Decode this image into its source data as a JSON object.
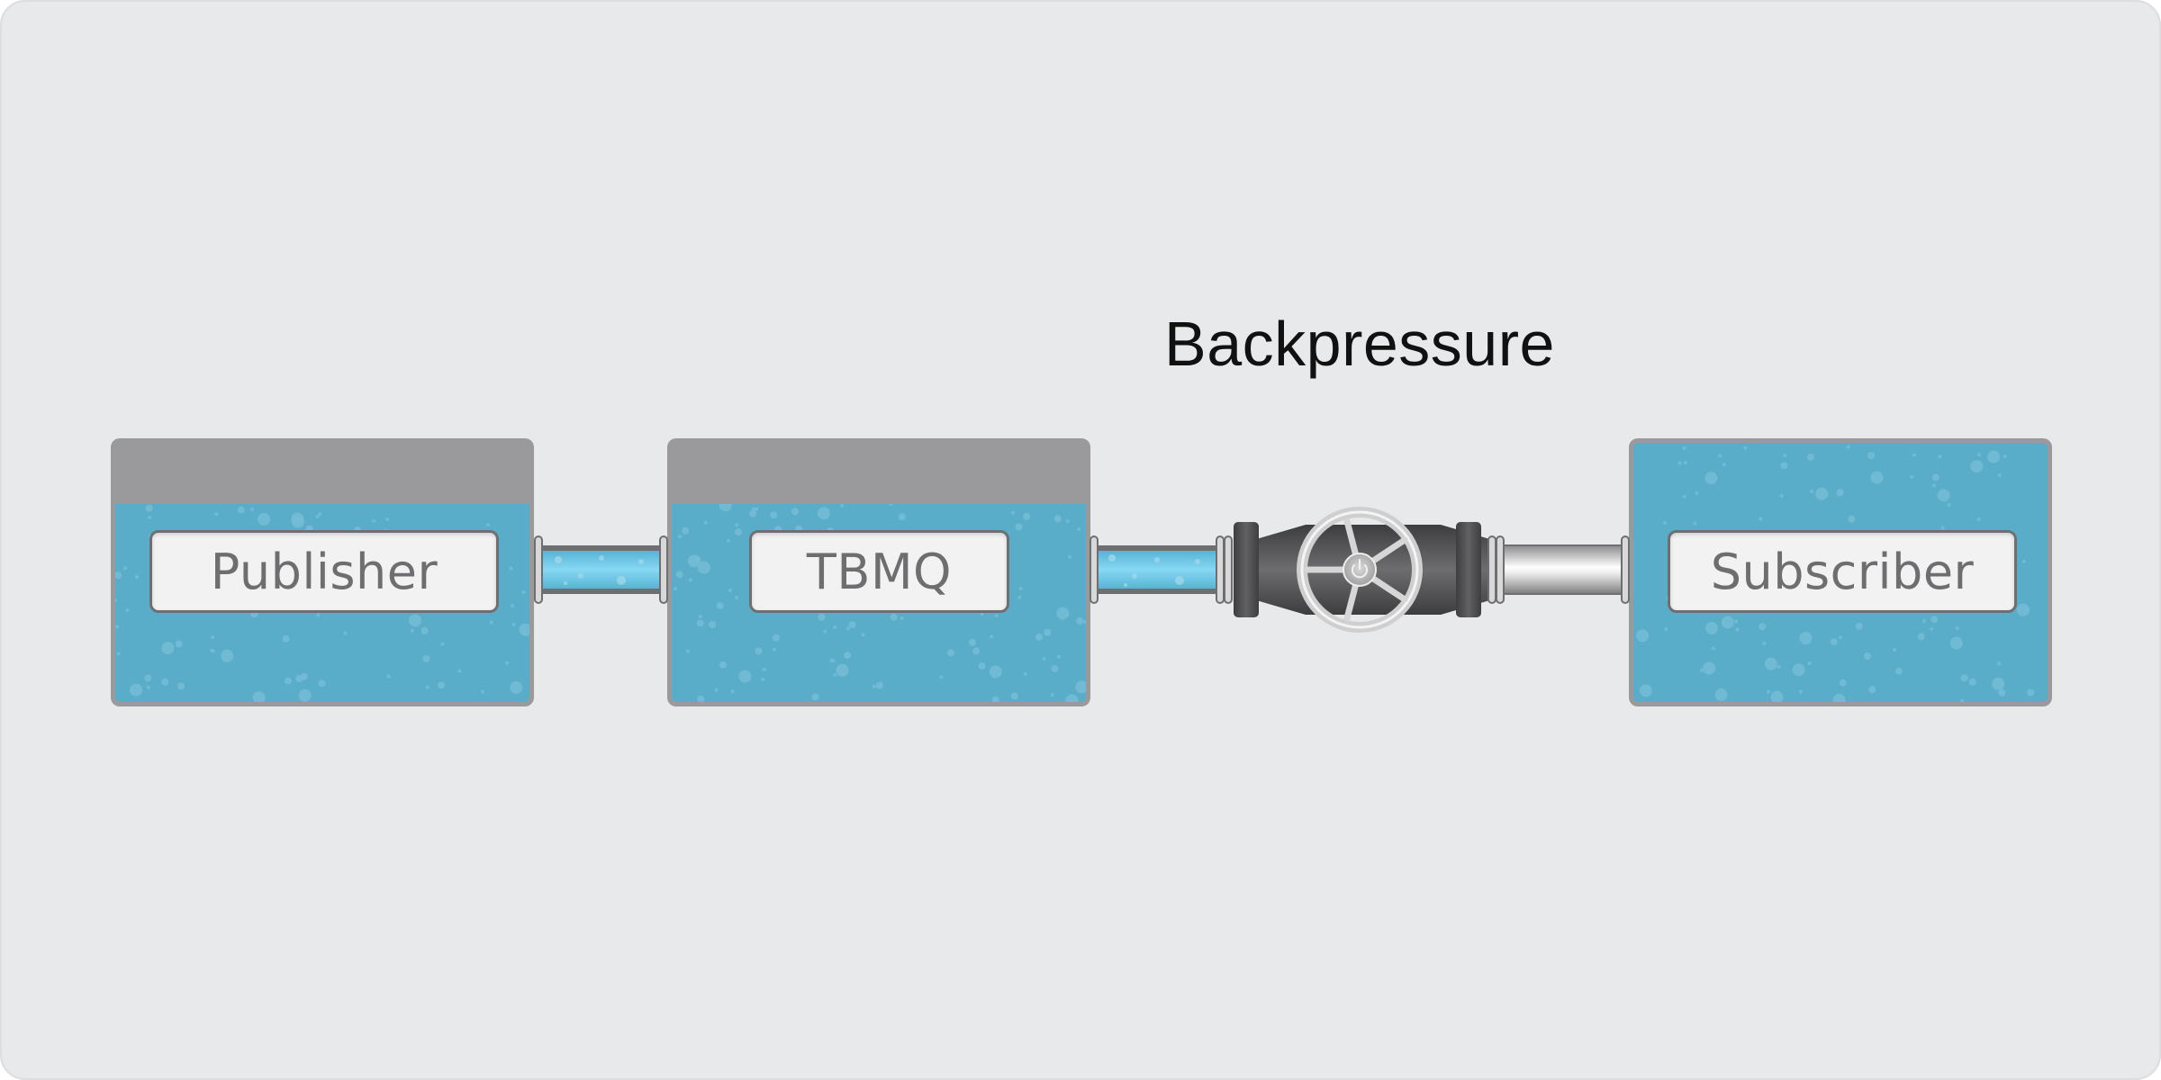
{
  "title": "Backpressure",
  "nodes": [
    {
      "id": "publisher",
      "label": "Publisher",
      "fill_percent": 76
    },
    {
      "id": "tbmq",
      "label": "TBMQ",
      "fill_percent": 76
    },
    {
      "id": "subscriber",
      "label": "Subscriber",
      "fill_percent": 100
    }
  ],
  "connections": [
    {
      "from": "publisher",
      "to": "tbmq",
      "state": "flowing"
    },
    {
      "from": "tbmq",
      "to": "subscriber",
      "state": "throttled",
      "via": "valve"
    }
  ],
  "colors": {
    "background": "#e8e9eb",
    "water": "#5aadc9",
    "pipe_water": "#6cc6e6",
    "tank_empty": "#9a9a9c",
    "valve_body": "#555557",
    "label_text": "#6e6e70"
  },
  "icons": {
    "valve": "valve-wheel-icon",
    "power": "power-icon"
  }
}
